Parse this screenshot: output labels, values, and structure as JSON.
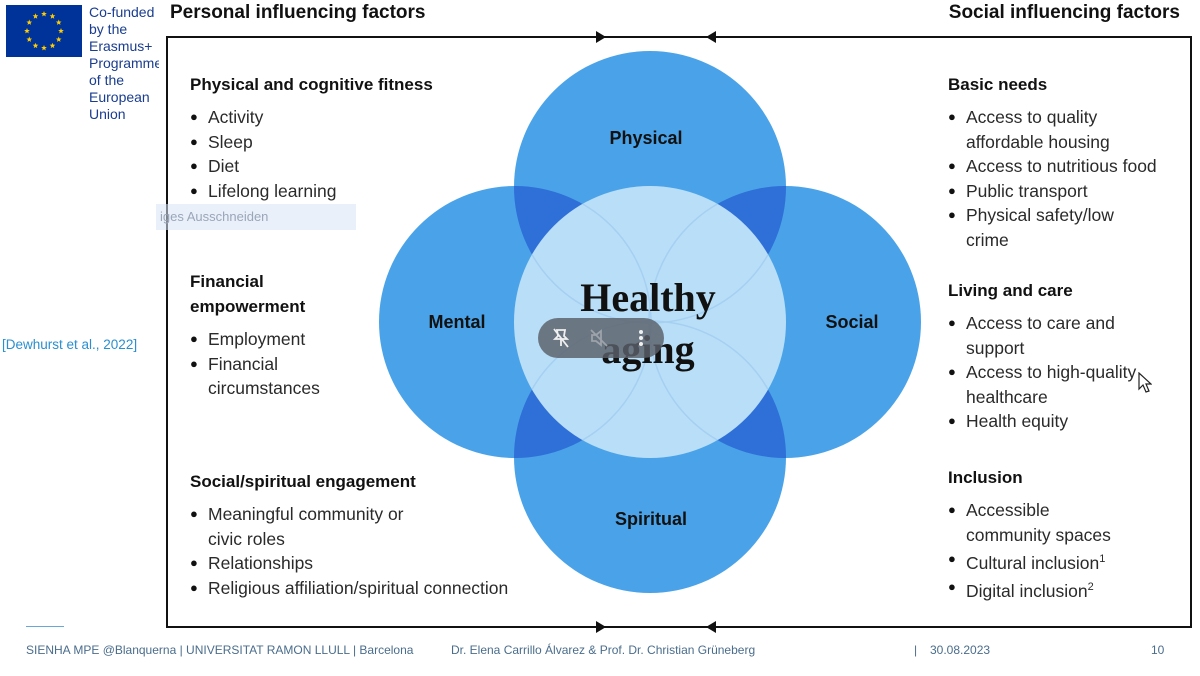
{
  "logo": {
    "text": "Co-funded by the\nErasmus+ Programme\nof the European Union"
  },
  "headers": {
    "left": "Personal influencing factors",
    "right": "Social influencing factors"
  },
  "citation": "[Dewhurst et al., 2022]",
  "ghost_text": "iges Ausschneiden",
  "diagram": {
    "center_line1": "Healthy",
    "center_line2": "aging",
    "top": "Physical",
    "left": "Mental",
    "right": "Social",
    "bottom": "Spiritual",
    "colors": {
      "outer": "#4aa3e8",
      "overlap": "#2f6fd8",
      "center": "#b9def8"
    }
  },
  "left_sections": [
    {
      "title": "Physical and cognitive fitness",
      "items": [
        "Activity",
        "Sleep",
        "Diet",
        "Lifelong learning"
      ]
    },
    {
      "title": "Financial empowerment",
      "items": [
        "Employment",
        "Financial circumstances"
      ]
    },
    {
      "title": "Social/spiritual engagement",
      "items": [
        "Meaningful community or civic roles",
        "Relationships",
        "Religious affiliation/spiritual connection"
      ]
    }
  ],
  "right_sections": [
    {
      "title": "Basic needs",
      "items": [
        "Access to quality affordable housing",
        "Access to nutritious food",
        "Public transport",
        "Physical safety/low crime"
      ]
    },
    {
      "title": "Living and care",
      "items": [
        "Access to care and support",
        "Access to high-quality healthcare",
        "Health equity"
      ]
    },
    {
      "title": "Inclusion",
      "items": [
        "Accessible community spaces",
        "Cultural inclusion",
        "Digital inclusion"
      ],
      "superscripts": [
        "",
        "1",
        "2"
      ]
    }
  ],
  "footer": {
    "left": "SIENHA MPE @Blanquerna | UNIVERSITAT RAMON LLULL | Barcelona",
    "authors": "Dr. Elena Carrillo Álvarez & Prof. Dr. Christian Grüneberg",
    "separator": "|",
    "date": "30.08.2023",
    "page": "10"
  },
  "overlay": {
    "icons": [
      "unpin-icon",
      "mute-icon",
      "more-vert-icon"
    ]
  }
}
